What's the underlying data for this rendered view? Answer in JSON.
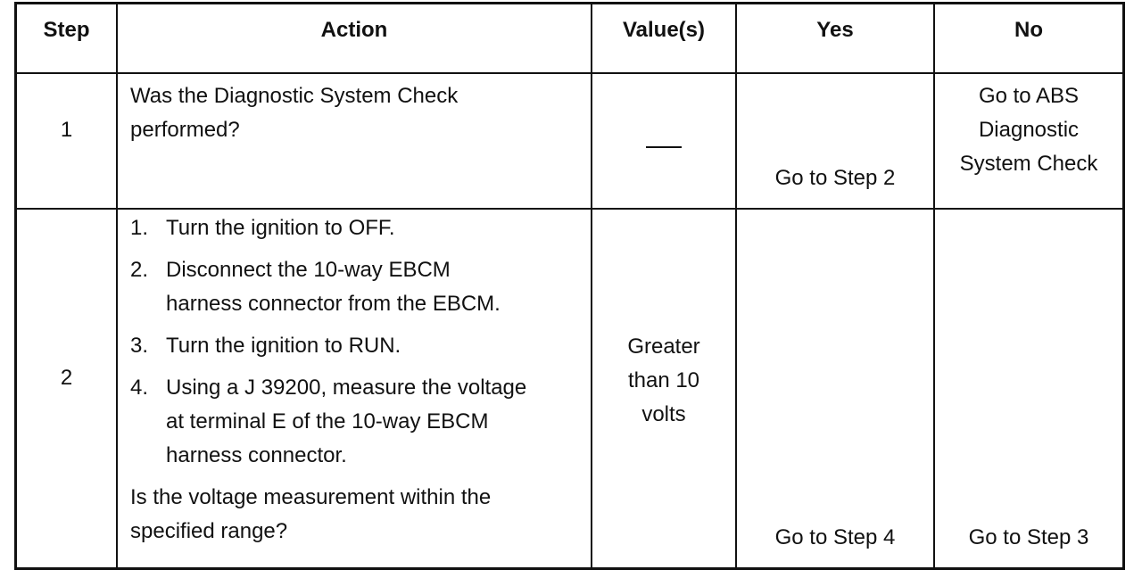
{
  "headers": {
    "step": "Step",
    "action": "Action",
    "values": "Value(s)",
    "yes": "Yes",
    "no": "No"
  },
  "rows": [
    {
      "step": "1",
      "action_line1": "Was the Diagnostic System Check",
      "action_line2": "performed?",
      "value": "—",
      "yes": "Go to Step 2",
      "no_line1": "Go to ABS",
      "no_line2": "Diagnostic",
      "no_line3": "System Check"
    },
    {
      "step": "2",
      "items": [
        {
          "num": "1.",
          "line1": "Turn the ignition to OFF.",
          "line2": "",
          "line3": ""
        },
        {
          "num": "2.",
          "line1": "Disconnect the 10-way EBCM",
          "line2": "harness connector from the EBCM.",
          "line3": ""
        },
        {
          "num": "3.",
          "line1": "Turn the ignition to RUN.",
          "line2": "",
          "line3": ""
        },
        {
          "num": "4.",
          "line1": "Using a J 39200, measure the voltage",
          "line2": "at terminal E of the 10-way EBCM",
          "line3": "harness connector."
        }
      ],
      "question_line1": "Is the voltage measurement within the",
      "question_line2": "specified range?",
      "value_line1": "Greater",
      "value_line2": "than 10",
      "value_line3": "volts",
      "yes": "Go to Step 4",
      "no": "Go to Step 3"
    }
  ]
}
